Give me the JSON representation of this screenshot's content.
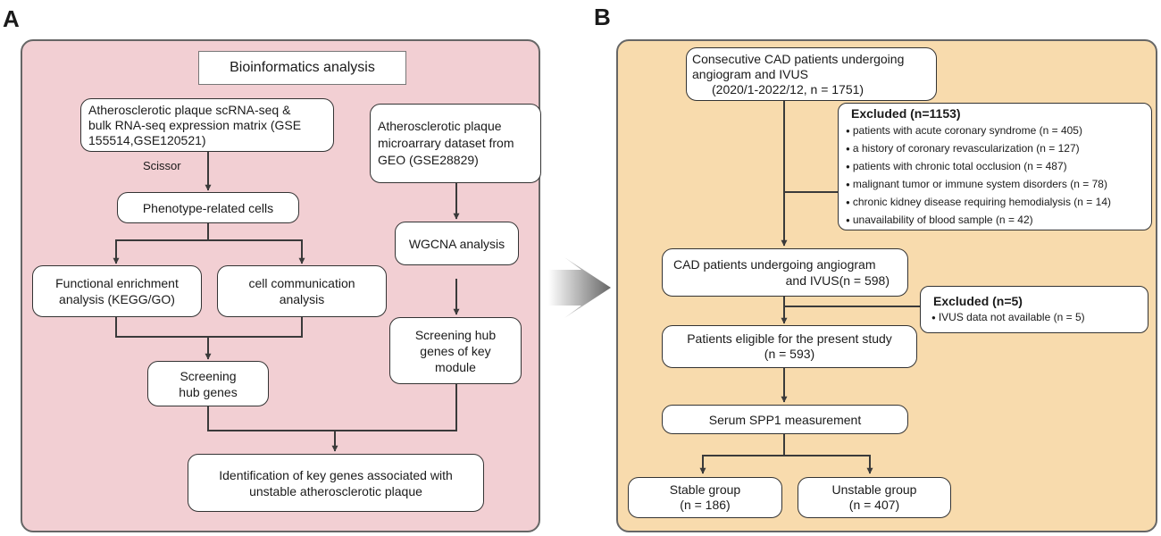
{
  "panel_a": {
    "letter": "A",
    "header": "Bioinformatics analysis",
    "nodes": {
      "scrna_matrix": [
        "Atherosclerotic plaque scRNA-seq &",
        "bulk RNA-seq expression matrix (GSE",
        "155514,GSE120521)"
      ],
      "scissor_label": "Scissor",
      "phenotype_cells": "Phenotype-related cells",
      "functional_enrichment": [
        "Functional enrichment",
        "analysis (KEGG/GO)"
      ],
      "cell_communication": [
        "cell communication",
        "analysis"
      ],
      "screening_hub_genes": [
        "Screening",
        "hub genes"
      ],
      "microarray": [
        "Atherosclerotic plaque",
        "microarrary dataset from",
        "GEO (GSE28829)"
      ],
      "wgcna": "WGCNA analysis",
      "screening_key_module": [
        "Screening hub",
        "genes of key",
        "module"
      ],
      "key_genes": [
        "Identification of key genes associated with",
        "unstable atherosclerotic plaque"
      ]
    }
  },
  "panel_b": {
    "letter": "B",
    "nodes": {
      "consecutive": [
        "Consecutive CAD patients undergoing",
        "angiogram and IVUS",
        "(2020/1-2022/12, n = 1751)"
      ],
      "excluded_1": {
        "title": "Excluded (n=1153)",
        "items": [
          "patients with acute coronary syndrome (n = 405)",
          "a history of coronary revascularization (n = 127)",
          "patients with chronic total occlusion (n = 487)",
          "malignant tumor or immune system disorders (n = 78)",
          "chronic kidney disease requiring hemodialysis (n = 14)",
          "unavailability of blood sample (n = 42)"
        ]
      },
      "cad_patients": [
        "CAD patients undergoing angiogram",
        "and IVUS(n = 598)"
      ],
      "excluded_2": {
        "title": "Excluded (n=5)",
        "items": [
          "IVUS data not available (n = 5)"
        ]
      },
      "eligible": [
        "Patients eligible for the present study",
        "(n = 593)"
      ],
      "serum": "Serum SPP1 measurement",
      "stable": [
        "Stable group",
        "(n = 186)"
      ],
      "unstable": [
        "Unstable group",
        "(n = 407)"
      ]
    }
  },
  "colors": {
    "panel_a_fill": "#f2cfd3",
    "panel_b_fill": "#f8dbad",
    "line": "#3a3a3a",
    "transition_arrow": "#666666"
  }
}
